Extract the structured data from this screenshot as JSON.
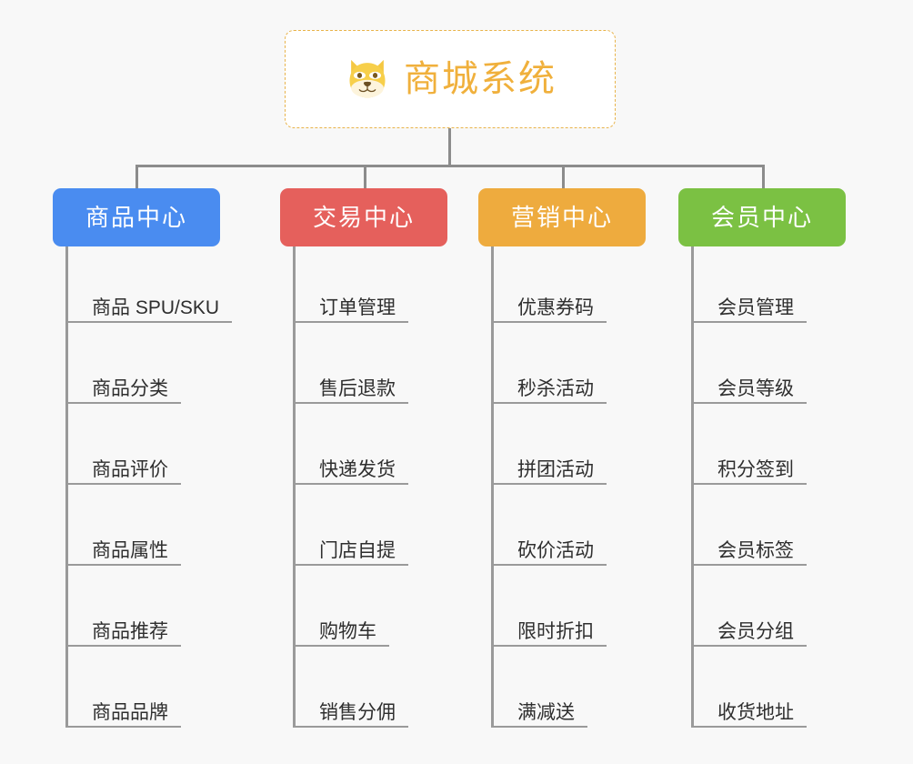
{
  "diagram": {
    "title": "商城系统",
    "root_icon": "shiba-dog-icon",
    "background_color": "#f8f8f8",
    "root": {
      "label": "商城系统",
      "text_color": "#f0b03c",
      "border_color": "#e8b34a",
      "background": "#ffffff"
    },
    "connector_color": "#8c8c8c",
    "branches": [
      {
        "label": "商品中心",
        "color": "#4a8cf0",
        "items": [
          "商品 SPU/SKU",
          "商品分类",
          "商品评价",
          "商品属性",
          "商品推荐",
          "商品品牌"
        ]
      },
      {
        "label": "交易中心",
        "color": "#e5605c",
        "items": [
          "订单管理",
          "售后退款",
          "快递发货",
          "门店自提",
          "购物车",
          "销售分佣"
        ]
      },
      {
        "label": "营销中心",
        "color": "#eeab3e",
        "items": [
          "优惠券码",
          "秒杀活动",
          "拼团活动",
          "砍价活动",
          "限时折扣",
          "满减送"
        ]
      },
      {
        "label": "会员中心",
        "color": "#7bc143",
        "items": [
          "会员管理",
          "会员等级",
          "积分签到",
          "会员标签",
          "会员分组",
          "收货地址"
        ]
      }
    ]
  }
}
